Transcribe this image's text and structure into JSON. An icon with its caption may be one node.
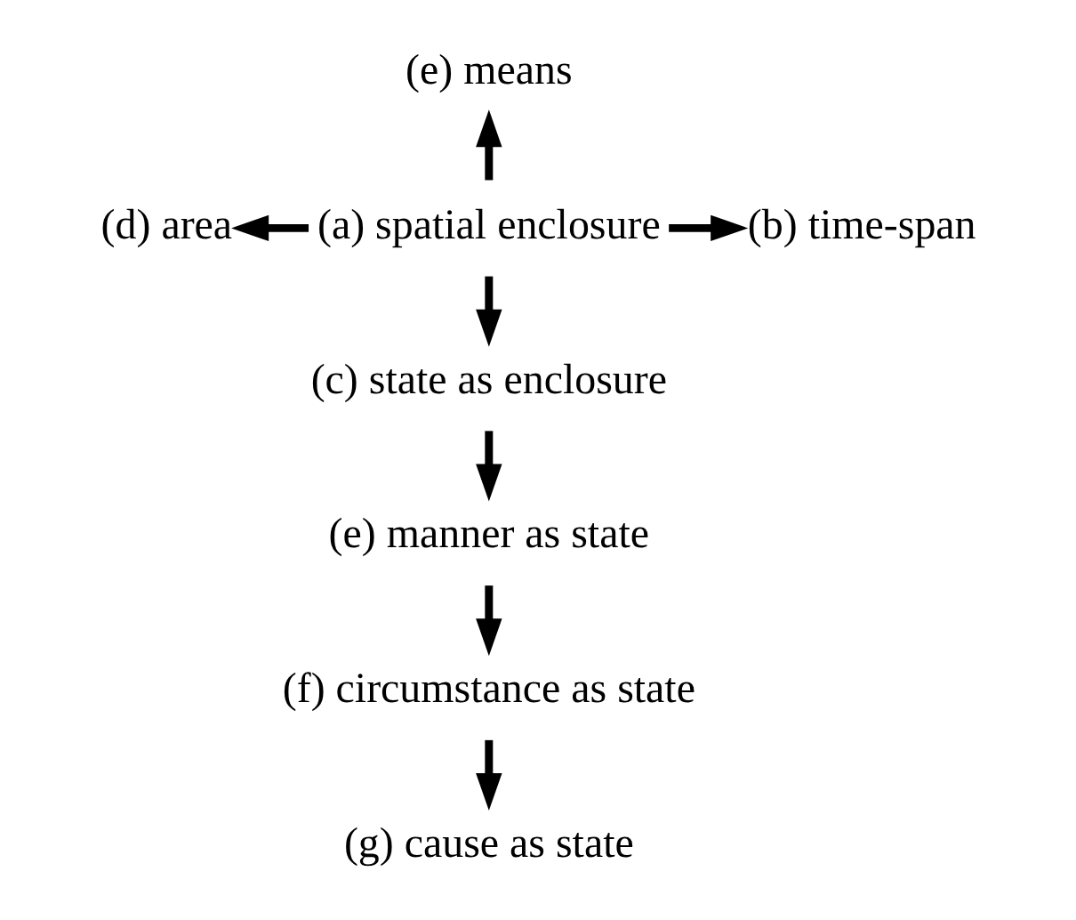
{
  "diagram": {
    "nodes": [
      {
        "text": [
          "(e) means"
        ]
      },
      {
        "text": [
          "(d) area"
        ]
      },
      {
        "text": [
          "(a) spatial enclosure"
        ]
      },
      {
        "text": [
          "(b) time-span"
        ]
      },
      {
        "text": [
          "(c) state as enclosure"
        ]
      },
      {
        "text": [
          "(e) manner as state"
        ]
      },
      {
        "text": [
          "(f) circumstance as state"
        ]
      },
      {
        "text": [
          "(g) cause as state"
        ]
      }
    ],
    "edges": [
      {
        "from": 2,
        "to": 0,
        "arrow": "to"
      },
      {
        "from": 2,
        "to": 1,
        "arrow": "to"
      },
      {
        "from": 2,
        "to": 3,
        "arrow": "to"
      },
      {
        "from": 2,
        "to": 4,
        "arrow": "to"
      },
      {
        "from": 4,
        "to": 5,
        "arrow": "to"
      },
      {
        "from": 5,
        "to": 6,
        "arrow": "to"
      },
      {
        "from": 6,
        "to": 7,
        "arrow": "to"
      }
    ]
  }
}
